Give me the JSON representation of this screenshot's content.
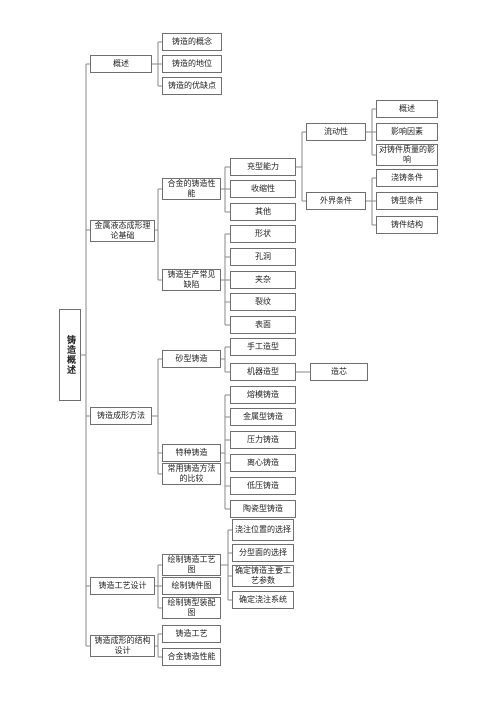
{
  "root": "铸造概述",
  "level1": [
    "概述",
    "金属液态成形理论基础",
    "铸造成形方法",
    "铸造工艺设计",
    "铸造成形的结构设计"
  ],
  "overview": [
    "铸造的概念",
    "铸造的地位",
    "铸造的优缺点"
  ],
  "theory": {
    "alloy_casting_performance": "合金的铸造性能",
    "common_defects": "铸造生产常见缺陷",
    "performance_items": [
      "充型能力",
      "收缩性",
      "其他"
    ],
    "filling_factors": [
      "流动性",
      "外界条件"
    ],
    "fluidity_items": [
      "概述",
      "影响因素",
      "对铸件质量的影响"
    ],
    "external_items": [
      "浇铸条件",
      "铸型条件",
      "铸件结构"
    ],
    "defect_items": [
      "形状",
      "孔洞",
      "夹杂",
      "裂纹",
      "表面"
    ]
  },
  "methods": {
    "sand_casting": "砂型铸造",
    "special_casting": "特种铸造",
    "comparison": "常用铸造方法的比较",
    "sand_items": [
      "手工造型",
      "机器造型"
    ],
    "machine_core": "造芯",
    "special_items": [
      "熔模铸造",
      "金属型铸造",
      "压力铸造",
      "离心铸造",
      "低压铸造",
      "陶瓷型铸造"
    ]
  },
  "process_design": {
    "items": [
      "绘制铸造工艺图",
      "绘制铸件图",
      "绘制铸型装配图"
    ],
    "drawing_items": [
      "浇注位置的选择",
      "分型面的选择",
      "确定铸造主要工艺参数",
      "确定浇注系统"
    ]
  },
  "structure_design": [
    "铸造工艺",
    "合金铸造性能"
  ]
}
